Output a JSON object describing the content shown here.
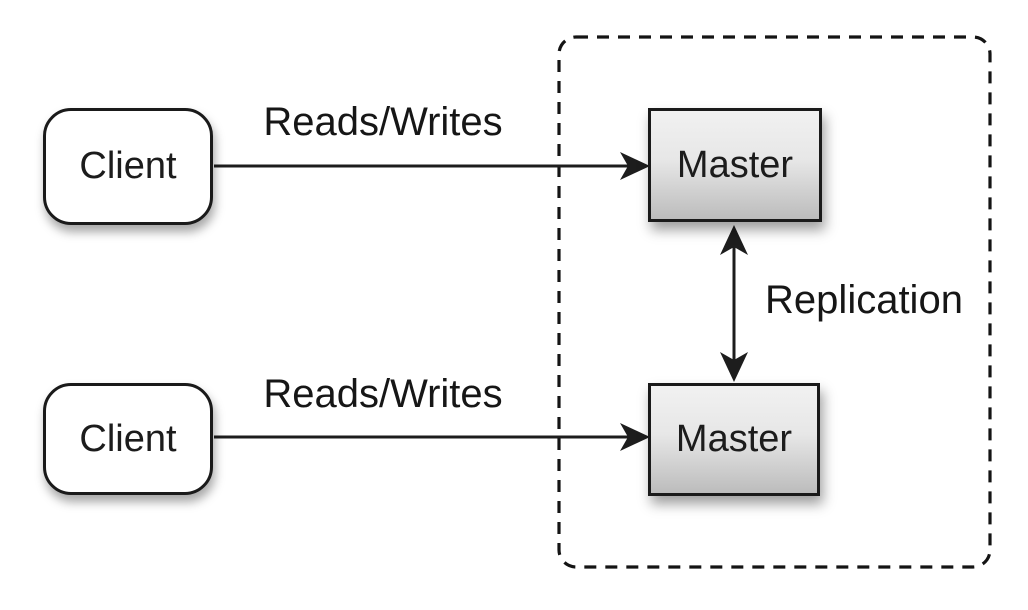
{
  "diagram": {
    "type": "architecture-diagram",
    "nodes": {
      "client_top": {
        "label": "Client",
        "shape": "rounded-rect",
        "fill": "#ffffff"
      },
      "client_bottom": {
        "label": "Client",
        "shape": "rounded-rect",
        "fill": "#ffffff"
      },
      "master_top": {
        "label": "Master",
        "shape": "rect",
        "fill_gradient_top": "#f1f1f1",
        "fill_gradient_bottom": "#bcbcbc"
      },
      "master_bottom": {
        "label": "Master",
        "shape": "rect",
        "fill_gradient_top": "#f1f1f1",
        "fill_gradient_bottom": "#bcbcbc"
      }
    },
    "edges": {
      "client_top_to_master_top": {
        "label": "Reads/Writes",
        "direction": "right"
      },
      "client_bottom_to_master_bottom": {
        "label": "Reads/Writes",
        "direction": "right"
      },
      "master_to_master": {
        "label": "Replication",
        "direction": "bidirectional"
      }
    },
    "group": {
      "style": "dashed-rounded-rect",
      "contains": [
        "master_top",
        "master_bottom"
      ]
    },
    "colors": {
      "background": "#ffffff",
      "node_border": "#1a1a1a",
      "line": "#1d1d1d",
      "text": "#161616"
    }
  }
}
